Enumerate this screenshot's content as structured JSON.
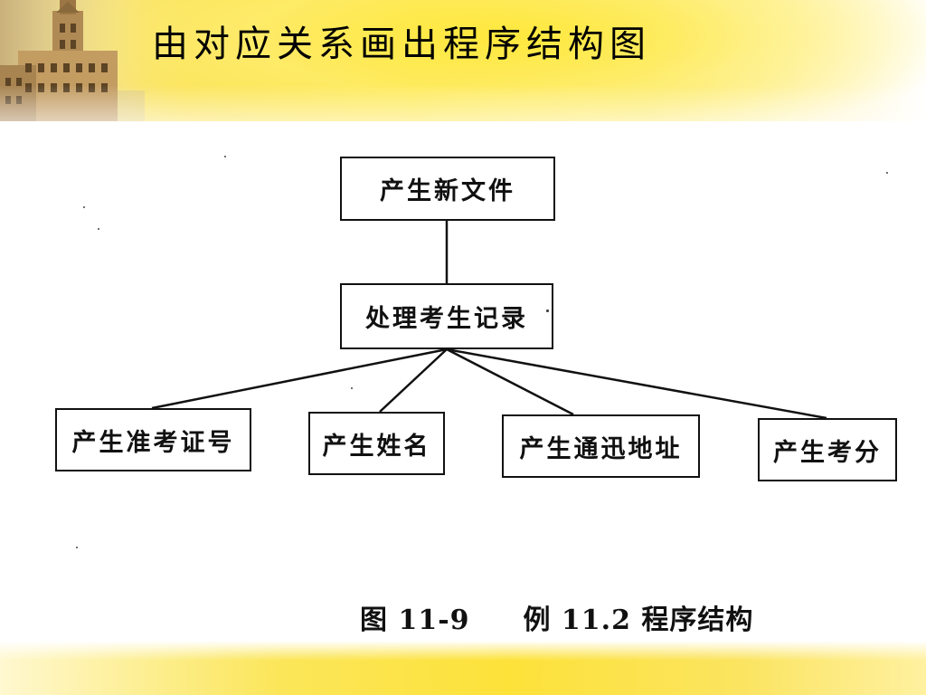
{
  "slide": {
    "title": "由对应关系画出程序结构图"
  },
  "diagram": {
    "root": "产生新文件",
    "middle": "处理考生记录",
    "children": [
      "产生准考证号",
      "产生姓名",
      "产生通迅地址",
      "产生考分"
    ]
  },
  "caption": {
    "figure_label": "图 11-9",
    "figure_text": "例 11.2 程序结构"
  },
  "colors": {
    "banner_yellow": "#fde43c",
    "line": "#111111"
  }
}
